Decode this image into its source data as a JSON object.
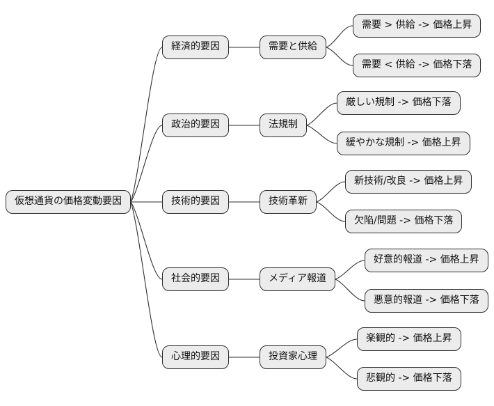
{
  "diagram": {
    "type": "mindmap",
    "colors": {
      "background": "#ffffff",
      "node_fill": "#ececec",
      "node_border": "#2e2e2e",
      "edge": "#2e2e2e",
      "text": "#111111"
    },
    "root": {
      "label": "仮想通貨の価格変動要因"
    },
    "branches": [
      {
        "label": "経済的要因",
        "sub": {
          "label": "需要と供給"
        },
        "leaves": [
          {
            "label": "需要 > 供給 -> 価格上昇"
          },
          {
            "label": "需要 < 供給 -> 価格下落"
          }
        ]
      },
      {
        "label": "政治的要因",
        "sub": {
          "label": "法規制"
        },
        "leaves": [
          {
            "label": "厳しい規制 -> 価格下落"
          },
          {
            "label": "緩やかな規制 -> 価格上昇"
          }
        ]
      },
      {
        "label": "技術的要因",
        "sub": {
          "label": "技術革新"
        },
        "leaves": [
          {
            "label": "新技術/改良 -> 価格上昇"
          },
          {
            "label": "欠陥/問題 -> 価格下落"
          }
        ]
      },
      {
        "label": "社会的要因",
        "sub": {
          "label": "メディア報道"
        },
        "leaves": [
          {
            "label": "好意的報道 -> 価格上昇"
          },
          {
            "label": "悪意的報道 -> 価格下落"
          }
        ]
      },
      {
        "label": "心理的要因",
        "sub": {
          "label": "投資家心理"
        },
        "leaves": [
          {
            "label": "楽観的 -> 価格上昇"
          },
          {
            "label": "悲観的 -> 価格下落"
          }
        ]
      }
    ]
  }
}
